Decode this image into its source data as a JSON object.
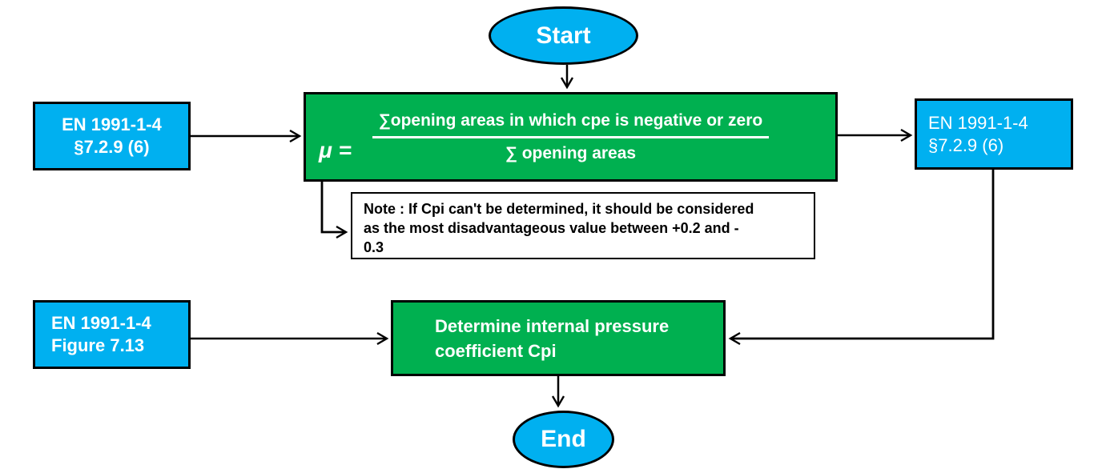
{
  "diagram": {
    "colors": {
      "background": "#FFFFFF",
      "node_blue": "#00B0F0",
      "node_green": "#00B050",
      "outline": "#000000",
      "text_on_node": "#FFFFFF",
      "note_bg": "#FFFFFF",
      "note_text": "#000000"
    },
    "nodes": {
      "start": {
        "shape": "ellipse",
        "label": "Start"
      },
      "ref_top_left": {
        "shape": "rect",
        "lines": [
          "EN 1991-1-4",
          "§7.2.9 (6)"
        ]
      },
      "formula": {
        "shape": "rect",
        "mu": "μ =",
        "numerator": "∑opening areas in which cpe is negative or zero",
        "denominator": "∑ opening areas"
      },
      "ref_right": {
        "shape": "rect",
        "lines": [
          "EN 1991-1-4",
          "§7.2.9 (6)"
        ]
      },
      "note": {
        "shape": "rect",
        "lines": [
          "Note : If Cpi can't be determined, it should be considered",
          "as the most disadvantageous value between +0.2 and -",
          "0.3"
        ]
      },
      "ref_bottom_left": {
        "shape": "rect",
        "lines": [
          "EN 1991-1-4",
          "Figure 7.13"
        ]
      },
      "determine": {
        "shape": "rect",
        "lines": [
          "Determine internal pressure",
          "coefficient Cpi"
        ]
      },
      "end": {
        "shape": "ellipse",
        "label": "End"
      }
    },
    "edges": [
      {
        "from": "start",
        "to": "formula"
      },
      {
        "from": "ref_top_left",
        "to": "formula"
      },
      {
        "from": "formula",
        "to": "ref_right"
      },
      {
        "from": "formula",
        "to": "note"
      },
      {
        "from": "ref_right",
        "to": "determine"
      },
      {
        "from": "ref_bottom_left",
        "to": "determine"
      },
      {
        "from": "determine",
        "to": "end"
      }
    ]
  }
}
